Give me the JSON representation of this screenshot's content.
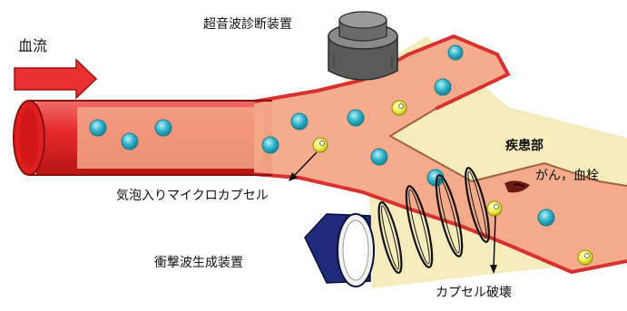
{
  "labels": {
    "flow": "血流",
    "ultrasound_probe": "超音波診断装置",
    "microcapsule": "気泡入りマイクロカプセル",
    "lesion": "疾患部",
    "cancer_thrombus": "がん，血栓",
    "shockwave_generator": "衝撃波生成装置",
    "capsule_rupture": "カプセル破壊"
  },
  "colors": {
    "vessel_red": "#e82a2a",
    "vessel_pink": "#f3a888",
    "ultrasound_beam": "#f3eab5",
    "microbubble": "#2fb3c8",
    "capsule_yellow": "#eef04a",
    "probe_gray": "#5a5a5a",
    "generator_blue": "#1f2b7a"
  }
}
